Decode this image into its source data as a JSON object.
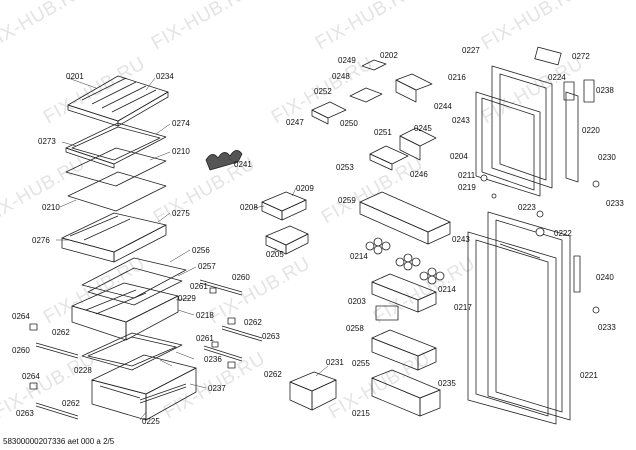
{
  "watermark": "FIX-HUB.RU",
  "footer_text": "58300000207336 aet 000 a 2/5",
  "labels": {
    "l0201": "0201",
    "l0234": "0234",
    "l0273": "0273",
    "l0274": "0274",
    "l0210a": "0210",
    "l0210b": "0210",
    "l0275": "0275",
    "l0276": "0276",
    "l0241": "0241",
    "l0209": "0209",
    "l0208": "0208",
    "l0205": "0205",
    "l0256": "0256",
    "l0257": "0257",
    "l0260a": "0260",
    "l0261a": "0261",
    "l0229": "0229",
    "l0218": "0218",
    "l0262a": "0262",
    "l0264a": "0264",
    "l0262b": "0262",
    "l0260b": "0260",
    "l0261b": "0261",
    "l0263a": "0263",
    "l0228": "0228",
    "l0236": "0236",
    "l0262c": "0262",
    "l0264b": "0264",
    "l0262d": "0262",
    "l0263b": "0263",
    "l0237": "0237",
    "l0225": "0225",
    "l0249": "0249",
    "l0202": "0202",
    "l0248": "0248",
    "l0252": "0252",
    "l0244": "0244",
    "l0247": "0247",
    "l0250": "0250",
    "l0251": "0251",
    "l0245": "0245",
    "l0253": "0253",
    "l0246": "0246",
    "l0259": "0259",
    "l0214a": "0214",
    "l0214b": "0214",
    "l0203": "0203",
    "l0258": "0258",
    "l0217": "0217",
    "l0231": "0231",
    "l0255": "0255",
    "l0235": "0235",
    "l0215": "0215",
    "l0227": "0227",
    "l0272": "0272",
    "l0216": "0216",
    "l0224": "0224",
    "l0238": "0238",
    "l0243a": "0243",
    "l0220": "0220",
    "l0204": "0204",
    "l0230": "0230",
    "l0211": "0211",
    "l0219": "0219",
    "l0233a": "0233",
    "l0223": "0223",
    "l0222": "0222",
    "l0243b": "0243",
    "l0240": "0240",
    "l0233b": "0233",
    "l0221": "0221"
  }
}
